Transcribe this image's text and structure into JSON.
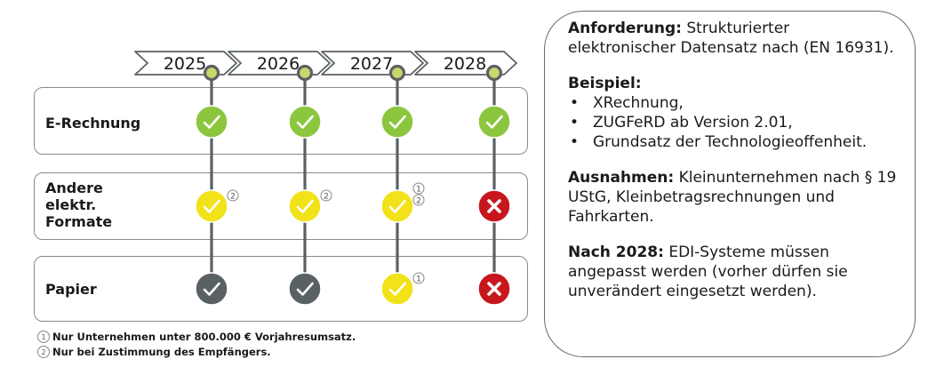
{
  "years": [
    "2025",
    "2026",
    "2027",
    "2028"
  ],
  "rows": [
    {
      "label": "E-Rechnung",
      "cells": [
        {
          "status": "ok-green",
          "notes": []
        },
        {
          "status": "ok-green",
          "notes": []
        },
        {
          "status": "ok-green",
          "notes": []
        },
        {
          "status": "ok-green",
          "notes": []
        }
      ]
    },
    {
      "label_lines": [
        "Andere",
        "elektr.",
        "Formate"
      ],
      "cells": [
        {
          "status": "ok-yellow",
          "notes": [
            "2"
          ]
        },
        {
          "status": "ok-yellow",
          "notes": [
            "2"
          ]
        },
        {
          "status": "ok-yellow",
          "notes": [
            "1",
            "2"
          ]
        },
        {
          "status": "no-red",
          "notes": []
        }
      ]
    },
    {
      "label": "Papier",
      "cells": [
        {
          "status": "ok-gray",
          "notes": []
        },
        {
          "status": "ok-gray",
          "notes": []
        },
        {
          "status": "ok-yellow",
          "notes": [
            "1"
          ]
        },
        {
          "status": "no-red",
          "notes": []
        }
      ]
    }
  ],
  "footnotes": [
    {
      "num": "1",
      "text": "Nur Unternehmen unter 800.000 € Vorjahresumsatz."
    },
    {
      "num": "2",
      "text": "Nur bei Zustimmung des Empfängers."
    }
  ],
  "info": {
    "requirement_label": "Anforderung:",
    "requirement_text": " Strukturierter elektronischer Datensatz nach (EN 16931).",
    "example_label": "Beispiel:",
    "example_items": [
      "XRechnung,",
      "ZUGFeRD ab Version 2.01,",
      "Grundsatz der Technologieoffenheit."
    ],
    "exceptions_label": "Ausnahmen:",
    "exceptions_text": " Kleinunternehmen nach § 19 UStG, Kleinbetragsrechnungen und Fahrkarten.",
    "after_label": "Nach 2028:",
    "after_text": " EDI-Systeme müssen angepasst werden (vorher dürfen sie unverändert eingesetzt werden)."
  },
  "colors": {
    "green": "#8cc63f",
    "yellow": "#f2e21a",
    "gray": "#5a6165",
    "red": "#c8161d",
    "connector": "#5a6165",
    "node_fill": "#c9d66a"
  }
}
